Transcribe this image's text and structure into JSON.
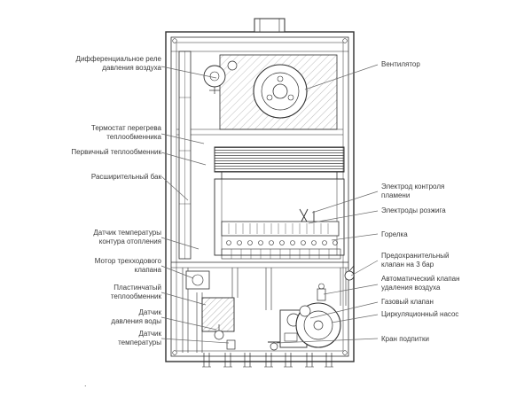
{
  "figure": {
    "type": "boiler-internal-components-diagram",
    "ink_color": "#2f2f2f",
    "leader_color": "#6a6a6a"
  },
  "labels": {
    "left": [
      {
        "id": "differential-air-pressure-relay",
        "text": "Дифференциальное реле\nдавления воздуха"
      },
      {
        "id": "overheat-thermostat",
        "text": "Термостат перегрева\nтеплообменника"
      },
      {
        "id": "primary-heat-exchanger",
        "text": "Первичный теплообменник"
      },
      {
        "id": "expansion-tank",
        "text": "Расширительный бак"
      },
      {
        "id": "heating-circuit-temperature-sensor",
        "text": "Датчик температуры\nконтура отопления"
      },
      {
        "id": "three-way-valve-motor",
        "text": "Мотор трехходового\nклапана"
      },
      {
        "id": "plate-heat-exchanger",
        "text": "Пластинчатый\nтеплообменник"
      },
      {
        "id": "water-pressure-sensor",
        "text": "Датчик\nдавления воды"
      },
      {
        "id": "temperature-sensor",
        "text": "Датчик\nтемпературы"
      }
    ],
    "right": [
      {
        "id": "fan",
        "text": "Вентилятор"
      },
      {
        "id": "flame-control-electrode",
        "text": "Электрод контроля\nпламени"
      },
      {
        "id": "ignition-electrodes",
        "text": "Электроды розжига"
      },
      {
        "id": "burner",
        "text": "Горелка"
      },
      {
        "id": "safety-valve-3bar",
        "text": "Предохранительный\nклапан на 3 бар"
      },
      {
        "id": "automatic-air-vent",
        "text": "Автоматический клапан\nудаления воздуха"
      },
      {
        "id": "gas-valve",
        "text": "Газовый клапан"
      },
      {
        "id": "circulation-pump",
        "text": "Циркуляционный насос"
      },
      {
        "id": "filling-tap",
        "text": "Кран подпитки"
      }
    ],
    "footnote": "."
  }
}
